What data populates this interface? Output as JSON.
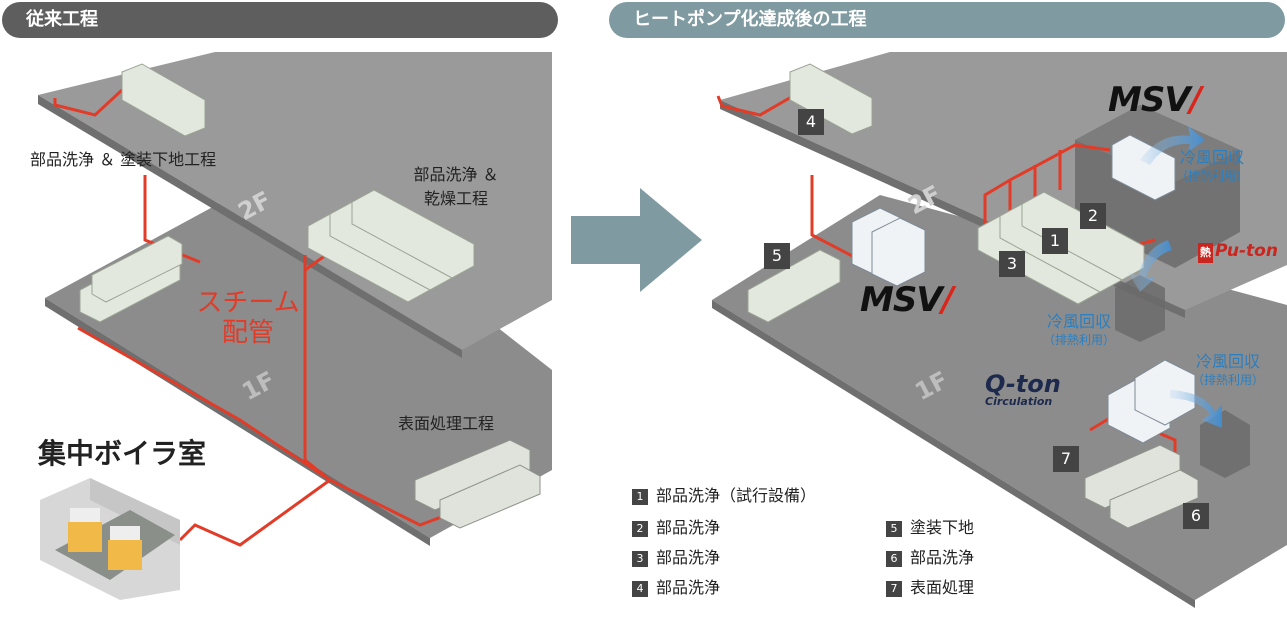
{
  "headers": {
    "left": "従来工程",
    "right": "ヒートポンプ化達成後の工程"
  },
  "left": {
    "label_cleaning_primer": "部品洗浄 ＆ 塗装下地工程",
    "label_cleaning_drying_1": "部品洗浄 ＆",
    "label_cleaning_drying_2": "乾燥工程",
    "steam_1": "スチーム",
    "steam_2": "配管",
    "surface": "表面処理工程",
    "boiler_room": "集中ボイラ室",
    "floor_2f": "2F",
    "floor_1f": "1F"
  },
  "right": {
    "floor_2f": "2F",
    "floor_1f": "1F",
    "badges": [
      "1",
      "2",
      "3",
      "4",
      "5",
      "6",
      "7"
    ],
    "cold_title": "冷風回収",
    "cold_sub": "（排熱利用）",
    "msv_text": "MSV",
    "puton_hot": "熱",
    "puton_text": "Pu-ton",
    "qton_text": "Q-ton",
    "qton_sub": "Circulation"
  },
  "legend": [
    {
      "num": "1",
      "text": "部品洗浄（試行設備）"
    },
    {
      "num": "2",
      "text": "部品洗浄"
    },
    {
      "num": "3",
      "text": "部品洗浄"
    },
    {
      "num": "4",
      "text": "部品洗浄"
    },
    {
      "num": "5",
      "text": "塗装下地"
    },
    {
      "num": "6",
      "text": "部品洗浄"
    },
    {
      "num": "7",
      "text": "表面処理"
    }
  ],
  "colors": {
    "floor": "#8c8c8c",
    "floor_edge": "#6f6f6f",
    "pipe": "#e23b28",
    "arrow": "#7f9ba1",
    "cold": "#2b7fc1"
  }
}
